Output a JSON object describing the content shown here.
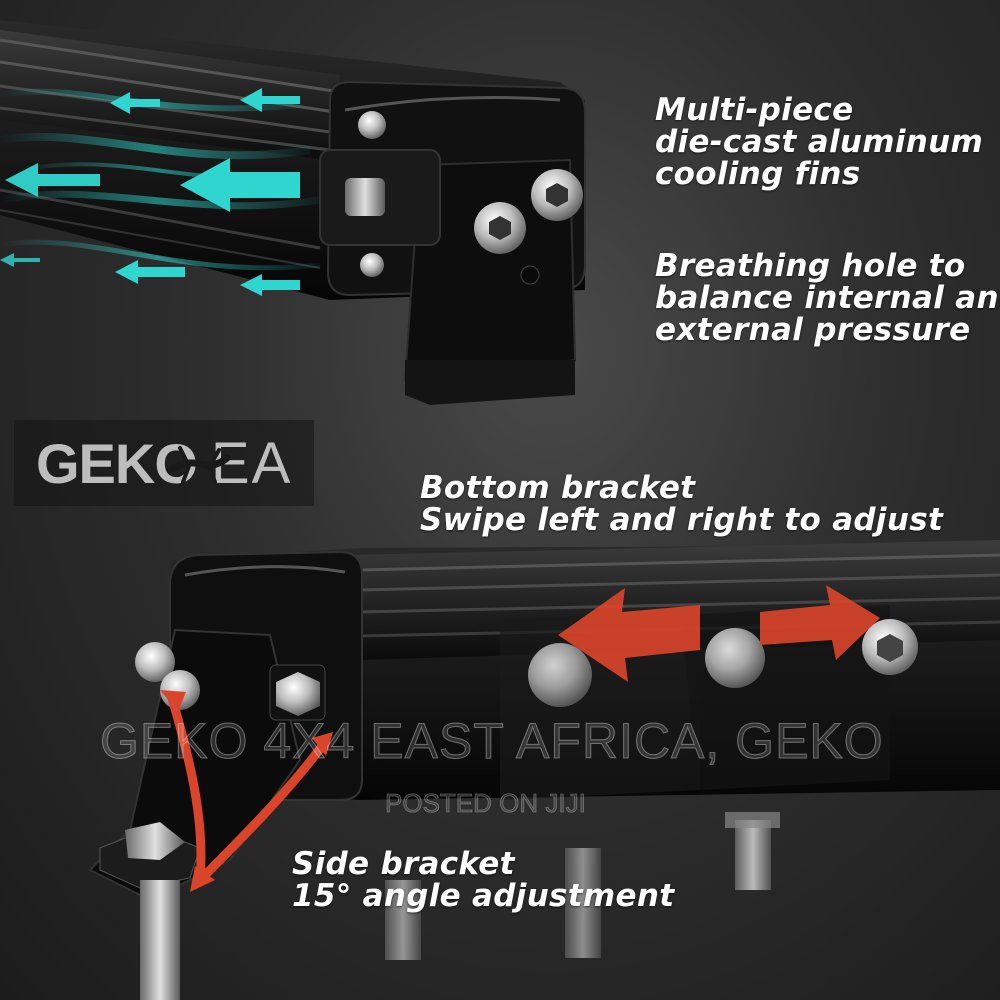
{
  "logo": {
    "brand": "GEKO",
    "suffix": "EA"
  },
  "captions": {
    "cooling": [
      "Multi-piece",
      "die-cast aluminum",
      "cooling fins"
    ],
    "breathing": [
      "Breathing hole to",
      "balance internal and",
      "external pressure"
    ],
    "bottom_bracket": [
      "Bottom bracket",
      "Swipe left and right to adjust"
    ],
    "side_bracket": [
      "Side bracket",
      "15° angle adjustment"
    ]
  },
  "watermark": {
    "main": "GEKO 4X4 EAST AFRICA, GEKO",
    "sub": "POSTED ON JIJI"
  },
  "colors": {
    "airflow": "#2fd6cf",
    "adjust_arrow": "#d9442a",
    "background": "#2e2e2e",
    "text": "#ffffff"
  },
  "icons": [
    "airflow-arrow-icon",
    "adjust-arrow-icon",
    "gecko-icon"
  ]
}
